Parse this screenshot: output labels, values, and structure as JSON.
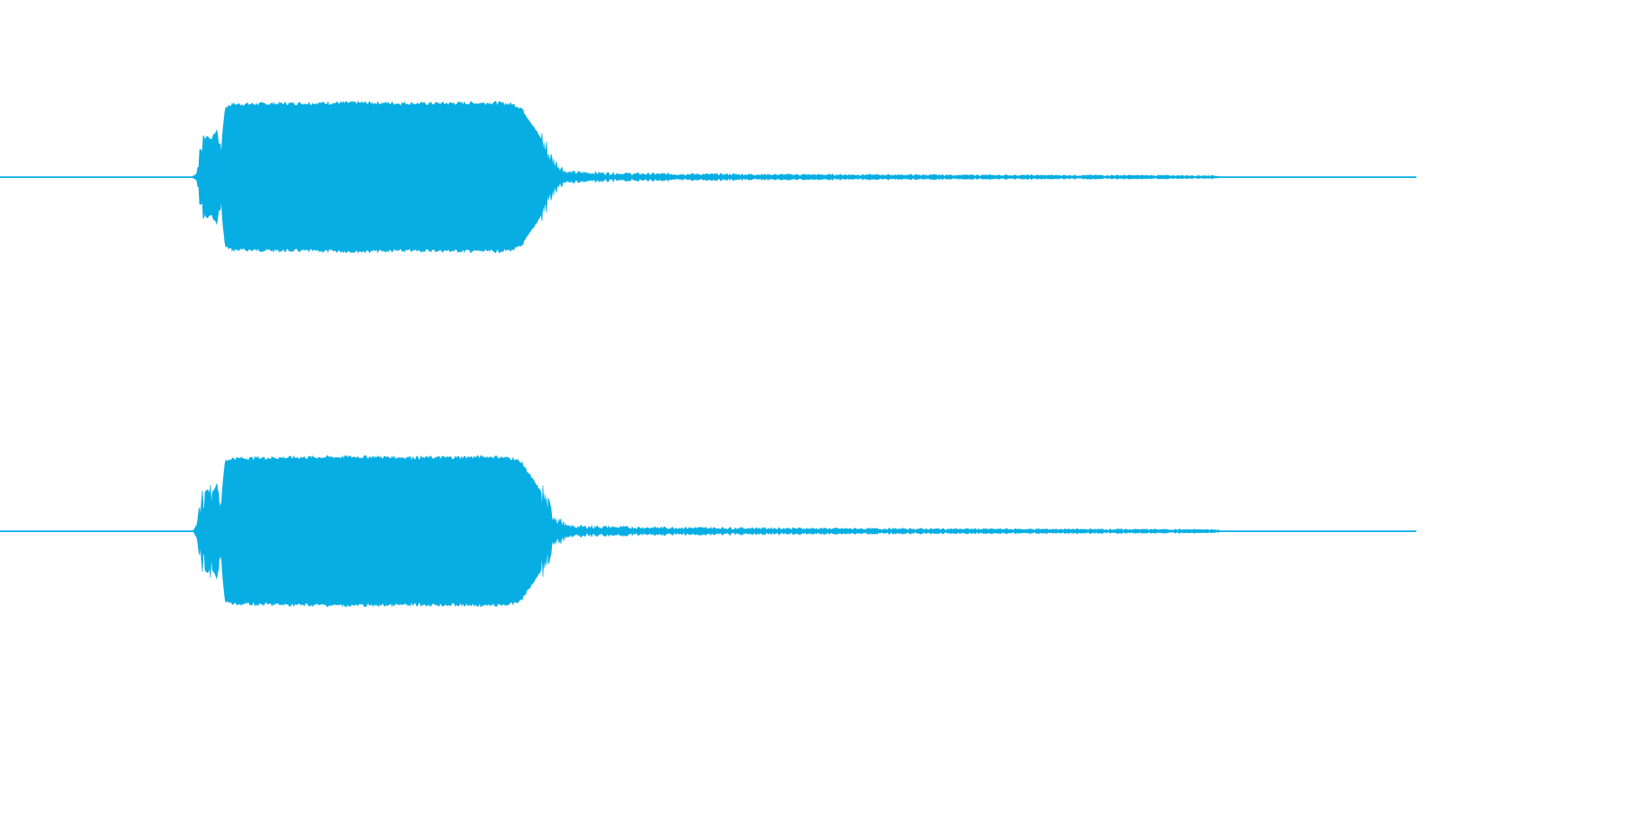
{
  "waveform": {
    "color": "#07aee3",
    "background": "#ffffff",
    "channels": [
      {
        "name": "",
        "envelope": [
          [
            0.0,
            0.0
          ],
          [
            0.027,
            0.004
          ],
          [
            0.136,
            0.004
          ],
          [
            0.139,
            0.06
          ],
          [
            0.142,
            0.4
          ],
          [
            0.146,
            0.55
          ],
          [
            0.149,
            0.5
          ],
          [
            0.153,
            0.62
          ],
          [
            0.156,
            0.35
          ],
          [
            0.159,
            0.93
          ],
          [
            0.164,
            0.97
          ],
          [
            0.2,
            0.98
          ],
          [
            0.25,
            0.99
          ],
          [
            0.3,
            0.98
          ],
          [
            0.35,
            0.99
          ],
          [
            0.362,
            0.97
          ],
          [
            0.368,
            0.92
          ],
          [
            0.375,
            0.72
          ],
          [
            0.381,
            0.54
          ],
          [
            0.39,
            0.22
          ],
          [
            0.4,
            0.06
          ],
          [
            0.45,
            0.04
          ],
          [
            0.5,
            0.035
          ],
          [
            0.55,
            0.03
          ],
          [
            0.6,
            0.028
          ],
          [
            0.7,
            0.022
          ],
          [
            0.8,
            0.02
          ],
          [
            0.86,
            0.016
          ],
          [
            0.861,
            0.003
          ],
          [
            1.0,
            0.0
          ]
        ]
      },
      {
        "name": "",
        "envelope": [
          [
            0.0,
            0.0
          ],
          [
            0.136,
            0.004
          ],
          [
            0.139,
            0.06
          ],
          [
            0.142,
            0.4
          ],
          [
            0.146,
            0.56
          ],
          [
            0.149,
            0.48
          ],
          [
            0.153,
            0.63
          ],
          [
            0.156,
            0.36
          ],
          [
            0.159,
            0.94
          ],
          [
            0.164,
            0.97
          ],
          [
            0.2,
            0.98
          ],
          [
            0.25,
            0.99
          ],
          [
            0.3,
            0.98
          ],
          [
            0.35,
            0.99
          ],
          [
            0.362,
            0.97
          ],
          [
            0.368,
            0.92
          ],
          [
            0.375,
            0.72
          ],
          [
            0.381,
            0.55
          ],
          [
            0.39,
            0.22
          ],
          [
            0.4,
            0.06
          ],
          [
            0.45,
            0.045
          ],
          [
            0.5,
            0.04
          ],
          [
            0.55,
            0.035
          ],
          [
            0.6,
            0.03
          ],
          [
            0.7,
            0.025
          ],
          [
            0.8,
            0.022
          ],
          [
            0.86,
            0.018
          ],
          [
            0.861,
            0.003
          ],
          [
            1.0,
            0.0
          ]
        ]
      }
    ]
  }
}
